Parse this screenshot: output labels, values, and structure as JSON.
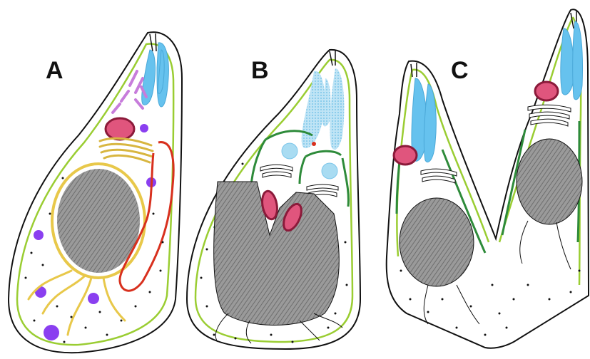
{
  "panels": [
    {
      "id": "A",
      "label": "A"
    },
    {
      "id": "B",
      "label": "B"
    },
    {
      "id": "C",
      "label": "C"
    }
  ],
  "colors": {
    "outline": "#111111",
    "cell_fill": "#ffffff",
    "inner_membrane": "#9acd32",
    "daughter_membrane": "#2e8b3a",
    "nucleus": "#9a9a9a",
    "nucleus_hatch": "#6e6e6e",
    "rhoptries": "#66c2ee",
    "rhoptries_light": "#a9dcf2",
    "micronemes": "#c77ddb",
    "apicoplast_fill": "#e0557d",
    "apicoplast_edge": "#8b1a3a",
    "dense_granules": "#8a3ff0",
    "golgi": "#d8b640",
    "er": "#e8c84a",
    "mitochondrion": "#d8301e"
  }
}
